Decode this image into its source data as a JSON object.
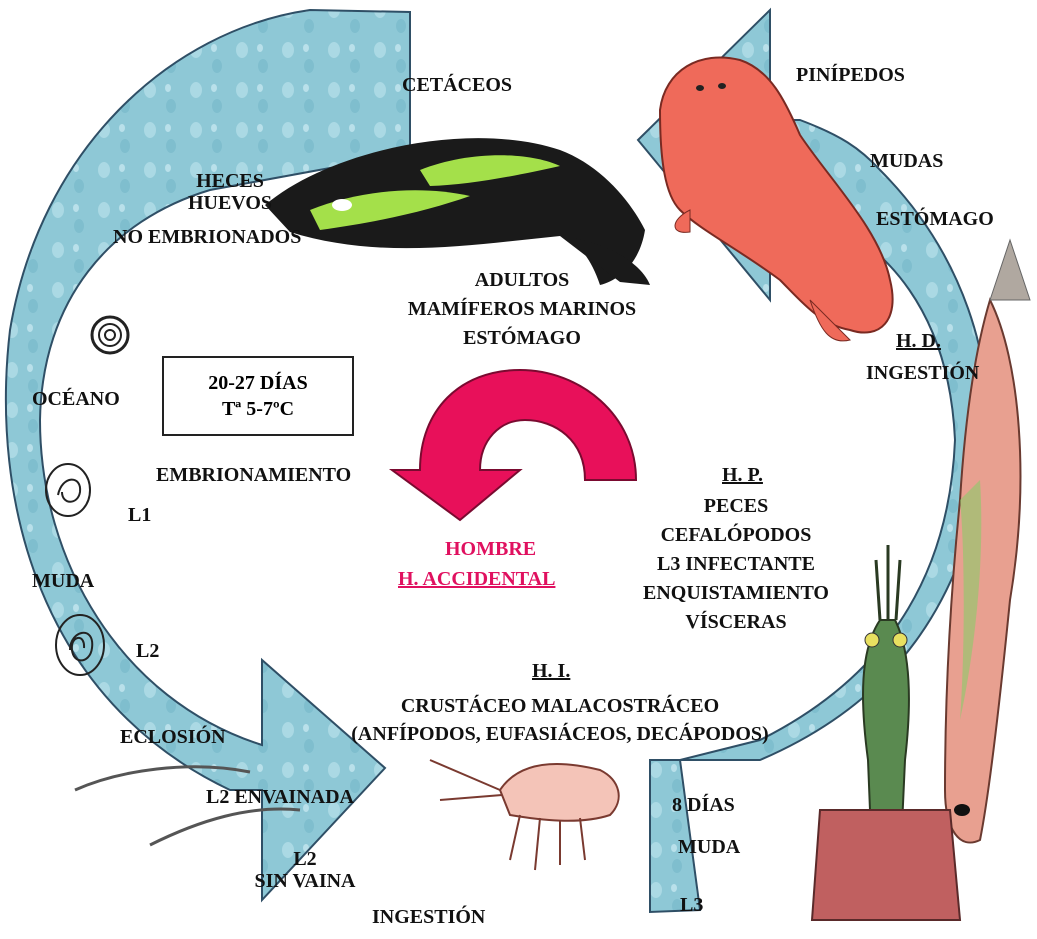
{
  "colors": {
    "arrow_fill": "#8ec8d6",
    "arrow_stroke": "#2f4f66",
    "accent_arrow": "#e8105a",
    "accent_text": "#e0105f"
  },
  "icons": [
    "dolphin-illustration",
    "seal-illustration",
    "fish-illustration",
    "squid-illustration",
    "shrimp-illustration",
    "egg-icon",
    "larva-l1-icon",
    "larva-l2-icon",
    "larva-worm-icon"
  ],
  "labels": {
    "cetaceos": "CETÁCEOS",
    "pinipedos": "PINÍPEDOS",
    "mudas": "MUDAS",
    "estomago_hd": "ESTÓMAGO",
    "heces": [
      "HECES",
      "HUEVOS",
      "NO EMBRIONADOS"
    ],
    "adultos": [
      "ADULTOS",
      "MAMÍFEROS MARINOS",
      "ESTÓMAGO"
    ],
    "hd": "H. D.",
    "ingestion_hd": "INGESTIÓN",
    "oceano": "OCÉANO",
    "box": [
      "20-27 DÍAS",
      "Tª 5-7ºC"
    ],
    "embrionamiento": "EMBRIONAMIENTO",
    "l1": "L1",
    "muda": "MUDA",
    "l2": "L2",
    "hombre": "HOMBRE",
    "h_accidental": "H. ACCIDENTAL",
    "hp": "H. P.",
    "hp_lines": [
      "PECES",
      "CEFALÓPODOS",
      "L3 INFECTANTE",
      "ENQUISTAMIENTO",
      "VÍSCERAS"
    ],
    "hi": "H. I.",
    "hi_lines": [
      "CRUSTÁCEO MALACOSTRÁCEO",
      "(ANFÍPODOS, EUFASIÁCEOS, DECÁPODOS)"
    ],
    "eclosion": "ECLOSIÓN",
    "l2_envainada": "L2 ENVAINADA",
    "l2_sin_vaina": [
      "L2",
      "SIN VAINA"
    ],
    "ingestion_bottom": "INGESTIÓN",
    "ocho_dias": "8 DÍAS",
    "muda_right": "MUDA",
    "l3": "L3"
  }
}
